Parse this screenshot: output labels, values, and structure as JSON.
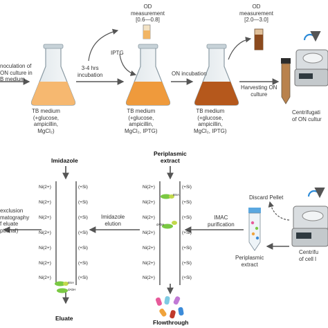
{
  "top": {
    "inoculation": [
      "noculation of",
      "ON culture in",
      "B medium"
    ],
    "incubation_short": [
      "3-4 hrs",
      "incubation"
    ],
    "od1_title": [
      "OD",
      "measurement"
    ],
    "od1_range": "[0.6—0.8]",
    "iptg": "IPTG",
    "on_incubation": "ON incubation",
    "od2_title": [
      "OD",
      "measurement"
    ],
    "od2_range": "[2.0—3.0]",
    "harvest": [
      "Harvesting ON",
      "culture"
    ],
    "centrifuge1": [
      "Centrifugati",
      "of ON cultur"
    ],
    "flask1_medium": [
      "TB medium",
      "(+glucose,",
      "ampicillin,",
      "MgCl₂)"
    ],
    "flask2_medium": [
      "TB medium",
      "(+glucose,",
      "ampicillin,",
      "MgCl₂, IPTG)"
    ],
    "flask3_medium": [
      "TB medium",
      "(+glucose,",
      "ampicillin,",
      "MgCl₂, IPTG)"
    ]
  },
  "bottom": {
    "imidazole": "Imidazole",
    "periplasmic_extract_top": [
      "Periplasmic",
      "extract"
    ],
    "size_exclusion": [
      "exclusion",
      "matography",
      "f eluate",
      "ptional)"
    ],
    "imidazole_elution": [
      "Imidazole",
      "elution"
    ],
    "imac": [
      "IMAC",
      "purification"
    ],
    "discard_pellet": "Discard Pellet",
    "periplasmic_extract_tube": [
      "Periplasmic",
      "extract"
    ],
    "centrifuge2": [
      "Centrifu",
      "of cell l"
    ],
    "eluate": "Eluate",
    "flowthrough": "Flowthrough",
    "ni_label": "Ni(2+)",
    "si_label": "(+Si)",
    "bsa_label": "BSA",
    "dabh_label": "dAbH"
  },
  "colors": {
    "flask1_liquid": "#f6b870",
    "flask2_liquid": "#ef9a3c",
    "flask3_liquid": "#b5581c",
    "arrow": "#555555",
    "protein_green": "#7ac943"
  }
}
